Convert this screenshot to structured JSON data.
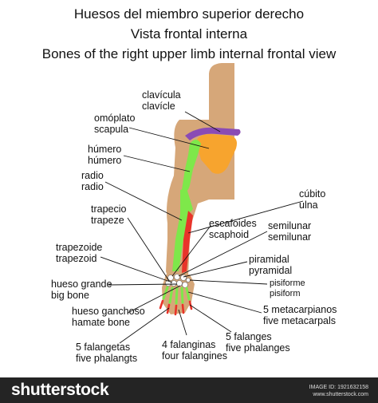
{
  "title": {
    "line1": "Huesos del miembro superior derecho",
    "line2": "Vista frontal interna",
    "line3": "Bones of the right upper limb internal frontal view"
  },
  "labels": {
    "clavicle": [
      "clavícula",
      "clavícle"
    ],
    "scapula": [
      "omóplato",
      "scapula"
    ],
    "humerus": [
      "húmero",
      "húmero"
    ],
    "radius": [
      "radio",
      "radio"
    ],
    "ulna": [
      "cúbito",
      "ulna"
    ],
    "trapezium": [
      "trapecio",
      "trapeze"
    ],
    "scaphoid": [
      "escafoides",
      "scaphoid"
    ],
    "lunate": [
      "semilunar",
      "semilunar"
    ],
    "trapezoid": [
      "trapezoide",
      "trapezoid"
    ],
    "triquetrum": [
      "piramidal",
      "pyramidal"
    ],
    "capitate": [
      "hueso grande",
      "big bone"
    ],
    "pisiform": [
      "pisiforme",
      "pisiform"
    ],
    "hamate": [
      "hueso ganchoso",
      "hamate bone"
    ],
    "metacarpals": [
      "5 metacarpianos",
      "five metacarpals"
    ],
    "phalanges_prox": [
      "5 falangetas",
      "five phalangts"
    ],
    "phalanges_mid": [
      "4 falanginas",
      "four falangines"
    ],
    "phalanges_dist": [
      "5 falanges",
      "five phalanges"
    ]
  },
  "colors": {
    "skin": "#d6a779",
    "clavicle": "#8a4bb5",
    "scapula": "#f7a42e",
    "humerus": "#7ee84a",
    "radius": "#7ee84a",
    "ulna": "#e8342a",
    "carpals": "#e8342a",
    "metacarpals": "#7ee84a",
    "phalanges": "#e8342a",
    "leader_line": "#111111",
    "footer_bg": "#242424"
  },
  "footer": {
    "logo": "shutterstock",
    "image_id": "IMAGE ID: 1921632158",
    "site": "www.shutterstock.com"
  }
}
